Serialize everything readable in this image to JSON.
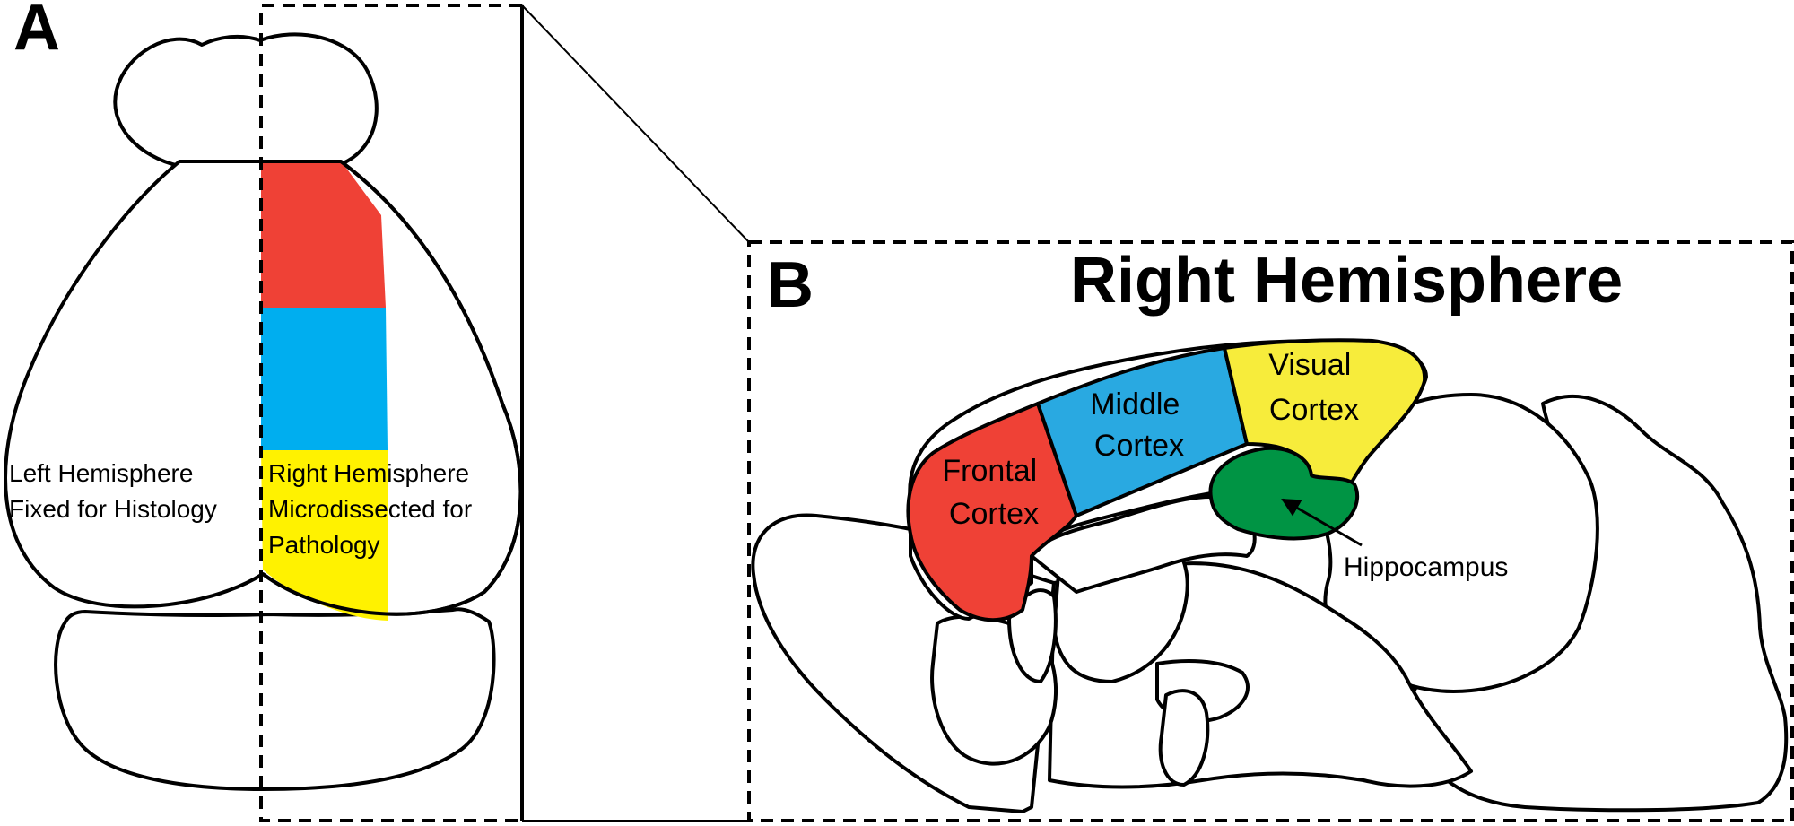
{
  "panel_a": {
    "letter": "A",
    "left_label": [
      "Left Hemisphere",
      "Fixed for Histology"
    ],
    "right_label": [
      "Right Hemisphere",
      "Microdissected for",
      "Pathology"
    ]
  },
  "panel_b": {
    "letter": "B",
    "title": "Right Hemisphere",
    "regions": {
      "frontal": [
        "Frontal",
        "Cortex"
      ],
      "middle": [
        "Middle",
        "Cortex"
      ],
      "visual": [
        "Visual",
        "Cortex"
      ],
      "hippocampus": "Hippocampus"
    }
  },
  "colors": {
    "frontal": "#ef4136",
    "middle": "#00aeef",
    "middle_sagittal": "#29a9e1",
    "visual": "#fff200",
    "visual_sagittal": "#f7ec3b",
    "hippocampus": "#009444"
  }
}
